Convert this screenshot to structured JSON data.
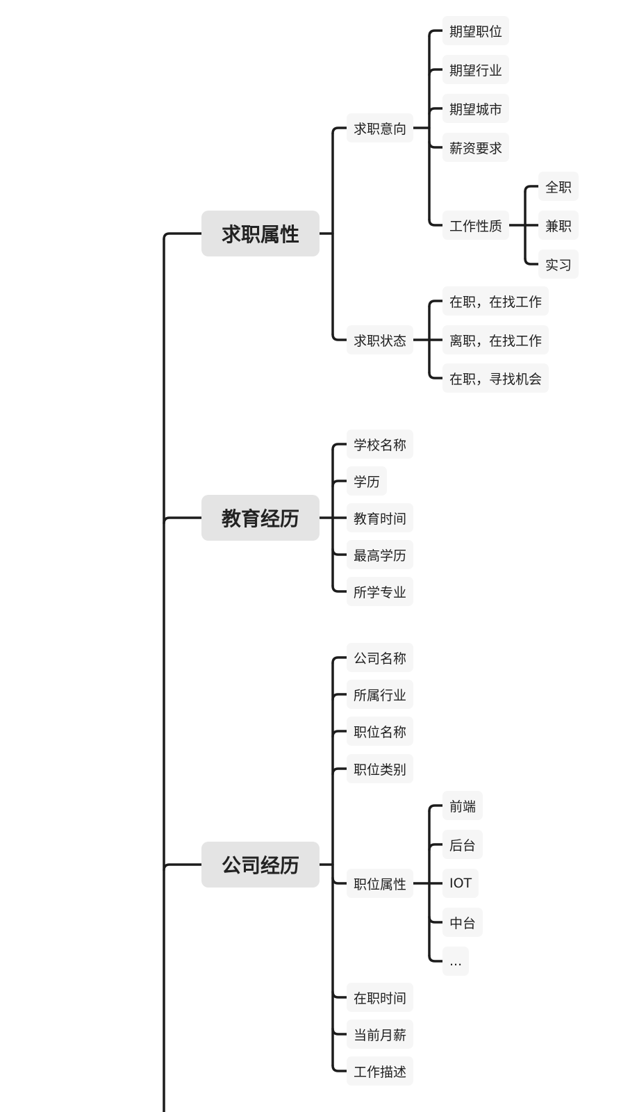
{
  "tree": {
    "branches": [
      {
        "label": "求职属性",
        "children": [
          {
            "label": "求职意向",
            "children": [
              {
                "label": "期望职位"
              },
              {
                "label": "期望行业"
              },
              {
                "label": "期望城市"
              },
              {
                "label": "薪资要求"
              },
              {
                "label": "工作性质",
                "children": [
                  {
                    "label": "全职"
                  },
                  {
                    "label": "兼职"
                  },
                  {
                    "label": "实习"
                  }
                ]
              }
            ]
          },
          {
            "label": "求职状态",
            "children": [
              {
                "label": "在职，在找工作"
              },
              {
                "label": "离职，在找工作"
              },
              {
                "label": "在职，寻找机会"
              }
            ]
          }
        ]
      },
      {
        "label": "教育经历",
        "children": [
          {
            "label": "学校名称"
          },
          {
            "label": "学历"
          },
          {
            "label": "教育时间"
          },
          {
            "label": "最高学历"
          },
          {
            "label": "所学专业"
          }
        ]
      },
      {
        "label": "公司经历",
        "children": [
          {
            "label": "公司名称"
          },
          {
            "label": "所属行业"
          },
          {
            "label": "职位名称"
          },
          {
            "label": "职位类别"
          },
          {
            "label": "职位属性",
            "children": [
              {
                "label": "前端"
              },
              {
                "label": "后台"
              },
              {
                "label": "IOT"
              },
              {
                "label": "中台"
              },
              {
                "label": "..."
              }
            ]
          },
          {
            "label": "在职时间"
          },
          {
            "label": "当前月薪"
          },
          {
            "label": "工作描述"
          }
        ]
      }
    ]
  }
}
